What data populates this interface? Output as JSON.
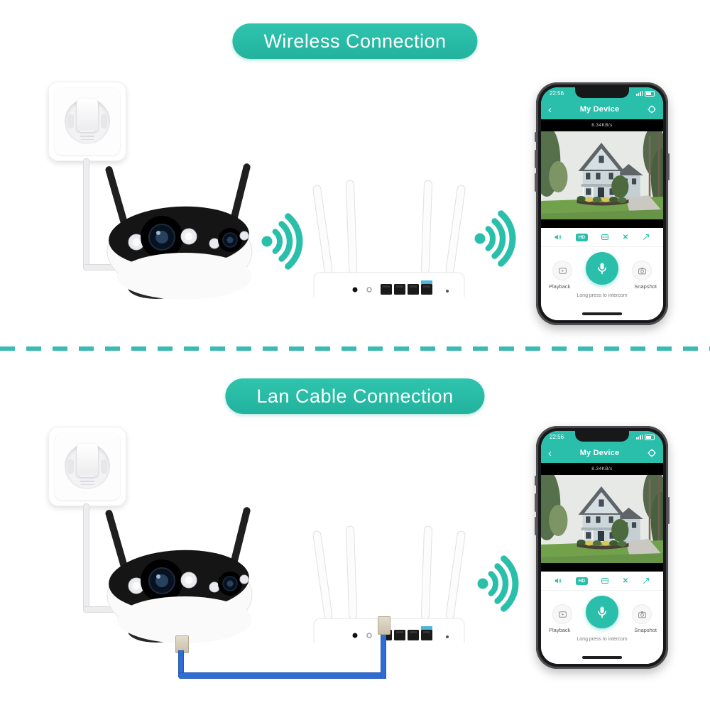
{
  "page": {
    "background": "#ffffff",
    "accent": "#2abfab"
  },
  "sections": {
    "wireless": {
      "banner": "Wireless Connection"
    },
    "lan": {
      "banner": "Lan Cable Connection"
    }
  },
  "phone_app": {
    "status_time": "22:56",
    "back_glyph": "‹",
    "title": "My Device",
    "bitrate": "8.34KB/s",
    "hd_label": "HD",
    "close_glyph": "✕",
    "playback_label": "Playback",
    "snapshot_label": "Snapshot",
    "intercom_hint": "Long press to intercom"
  },
  "devices": {
    "camera": "dual-lens wifi security camera",
    "router": "wireless router with four antennas",
    "outlet": "wall power socket with plug",
    "phone": "smartphone running camera app"
  },
  "colors": {
    "teal": "#2abfab",
    "divider_teal": "#3ab9b5",
    "lan_cable_blue": "#2e6cd6",
    "router_wan_tab": "#49b8dc"
  }
}
